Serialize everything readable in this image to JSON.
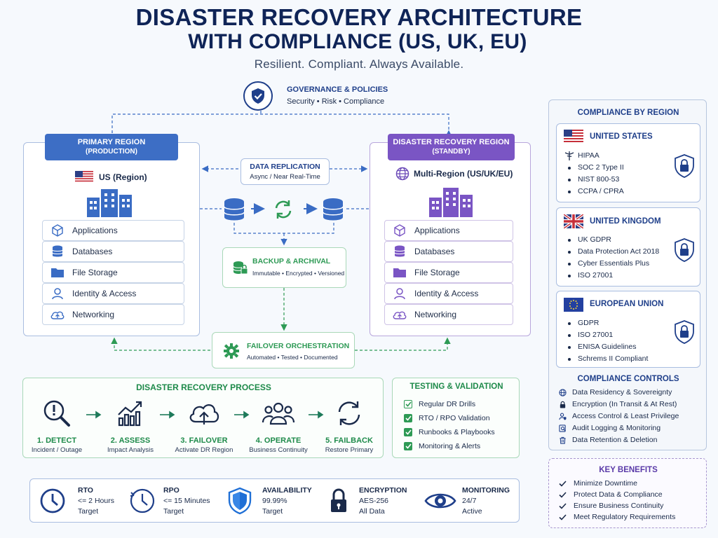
{
  "header": {
    "title_line1": "DISASTER RECOVERY ARCHITECTURE",
    "title_line2": "WITH COMPLIANCE (US, UK, EU)",
    "tagline": "Resilient. Compliant. Always Available."
  },
  "governance": {
    "title": "GOVERNANCE & POLICIES",
    "subtitle": "Security • Risk • Compliance",
    "icon": "shield-check-icon"
  },
  "primary": {
    "header_line1": "PRIMARY REGION",
    "header_line2": "(PRODUCTION)",
    "region": "US (Region)",
    "items": [
      "Applications",
      "Databases",
      "File Storage",
      "Identity & Access",
      "Networking"
    ]
  },
  "dr": {
    "header_line1": "DISASTER RECOVERY REGION",
    "header_line2": "(STANDBY)",
    "region": "Multi-Region (US/UK/EU)",
    "items": [
      "Applications",
      "Databases",
      "File Storage",
      "Identity & Access",
      "Networking"
    ]
  },
  "replication": {
    "title": "DATA REPLICATION",
    "subtitle": "Async / Near Real-Time"
  },
  "backup": {
    "title": "BACKUP & ARCHIVAL",
    "subtitle": "Immutable • Encrypted • Versioned"
  },
  "failover": {
    "title": "FAILOVER ORCHESTRATION",
    "subtitle": "Automated • Tested • Documented"
  },
  "process": {
    "title": "DISASTER RECOVERY PROCESS",
    "steps": [
      {
        "name": "1. DETECT",
        "desc": "Incident / Outage",
        "icon": "search-alert-icon"
      },
      {
        "name": "2. ASSESS",
        "desc": "Impact Analysis",
        "icon": "chart-icon"
      },
      {
        "name": "3. FAILOVER",
        "desc": "Activate DR Region",
        "icon": "cloud-upload-icon"
      },
      {
        "name": "4. OPERATE",
        "desc": "Business Continuity",
        "icon": "users-icon"
      },
      {
        "name": "5. FAILBACK",
        "desc": "Restore Primary",
        "icon": "refresh-icon"
      }
    ]
  },
  "testing": {
    "title": "TESTING & VALIDATION",
    "items": [
      "Regular DR Drills",
      "RTO / RPO Validation",
      "Runbooks & Playbooks",
      "Monitoring & Alerts"
    ]
  },
  "metrics": [
    {
      "label": "RTO",
      "value": "<= 2 Hours",
      "note": "Target",
      "icon": "clock-icon"
    },
    {
      "label": "RPO",
      "value": "<= 15 Minutes",
      "note": "Target",
      "icon": "clock-icon"
    },
    {
      "label": "AVAILABILITY",
      "value": "99.99%",
      "note": "Target",
      "icon": "shield-icon"
    },
    {
      "label": "ENCRYPTION",
      "value": "AES-256",
      "note": "All Data",
      "icon": "lock-icon"
    },
    {
      "label": "MONITORING",
      "value": "24/7",
      "note": "Active",
      "icon": "eye-icon"
    }
  ],
  "compliance": {
    "title": "COMPLIANCE BY REGION",
    "regions": [
      {
        "name": "UNITED STATES",
        "items": [
          "HIPAA",
          "SOC 2 Type II",
          "NIST 800-53",
          "CCPA / CPRA"
        ]
      },
      {
        "name": "UNITED KINGDOM",
        "items": [
          "UK GDPR",
          "Data Protection Act 2018",
          "Cyber Essentials Plus",
          "ISO 27001"
        ]
      },
      {
        "name": "EUROPEAN UNION",
        "items": [
          "GDPR",
          "ISO 27001",
          "ENISA Guidelines",
          "Schrems II Compliant"
        ]
      }
    ]
  },
  "controls": {
    "title": "COMPLIANCE CONTROLS",
    "items": [
      "Data Residency & Sovereignty",
      "Encryption (In Transit & At Rest)",
      "Access Control & Least Privilege",
      "Audit Logging & Monitoring",
      "Data Retention & Deletion"
    ]
  },
  "benefits": {
    "title": "KEY BENEFITS",
    "items": [
      "Minimize Downtime",
      "Protect Data & Compliance",
      "Ensure Business Continuity",
      "Meet Regulatory Requirements"
    ]
  },
  "colors": {
    "navy": "#0f2457",
    "blue": "#3a6cc4",
    "purple": "#7a55c4",
    "green": "#2e9a55"
  }
}
